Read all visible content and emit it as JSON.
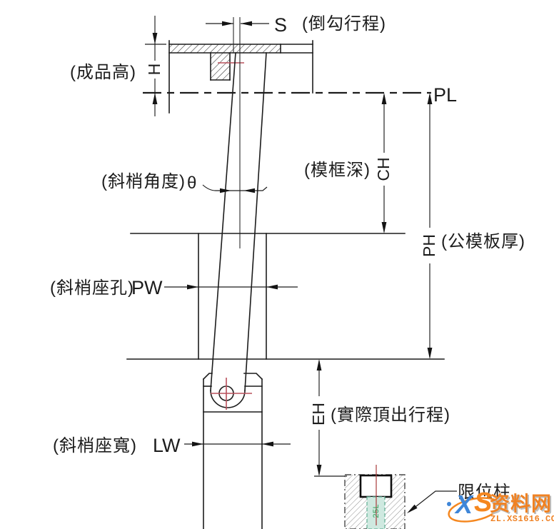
{
  "diagram": {
    "dimensions": {
      "product_height": {
        "label": "(成品高)",
        "symbol": "H"
      },
      "undercut_stroke": {
        "label": "(倒勾行程)",
        "symbol": "S"
      },
      "parting_line": {
        "symbol": "PL"
      },
      "lifter_angle": {
        "label": "(斜梢角度)",
        "symbol": "θ"
      },
      "frame_depth": {
        "label": "(模框深)",
        "symbol": "CH"
      },
      "core_plate_thickness": {
        "label": "(公模板厚)",
        "symbol": "PH"
      },
      "lifter_seat_hole": {
        "label": "(斜梢座孔)",
        "symbol": "PW"
      },
      "lifter_seat_width": {
        "label": "(斜梢座寬)",
        "symbol": "LW"
      },
      "actual_eject_stroke": {
        "label": "(實際頂出行程)",
        "symbol": "EH"
      }
    },
    "callouts": {
      "limit_post": "限位柱",
      "bolt_mark": "25L"
    }
  },
  "watermark": {
    "logo_x": "X",
    "logo_s": "S",
    "site_name": "资料网",
    "site_url": "ZL.XS1616.COM",
    "accent_orange": "#f08223",
    "accent_blue": "#3f86d8"
  },
  "colors": {
    "line": "#1c1c1c",
    "centerline_red": "#b9505c",
    "bolt_green": "#2f9e57",
    "bolt_fill": "#cfe9e0"
  }
}
